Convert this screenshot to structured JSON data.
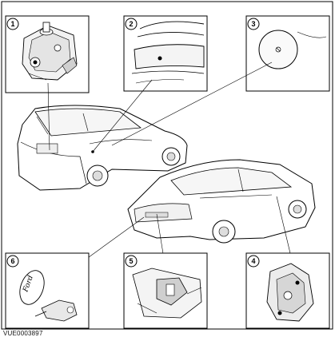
{
  "callouts": [
    "1",
    "2",
    "3",
    "4",
    "5",
    "6"
  ],
  "panel_3_label": "",
  "panel_6_badge_text": "Ford",
  "reference_code": "VUE0003897",
  "colors": {
    "line": "#000000",
    "background": "#ffffff",
    "frame": "#000000"
  }
}
